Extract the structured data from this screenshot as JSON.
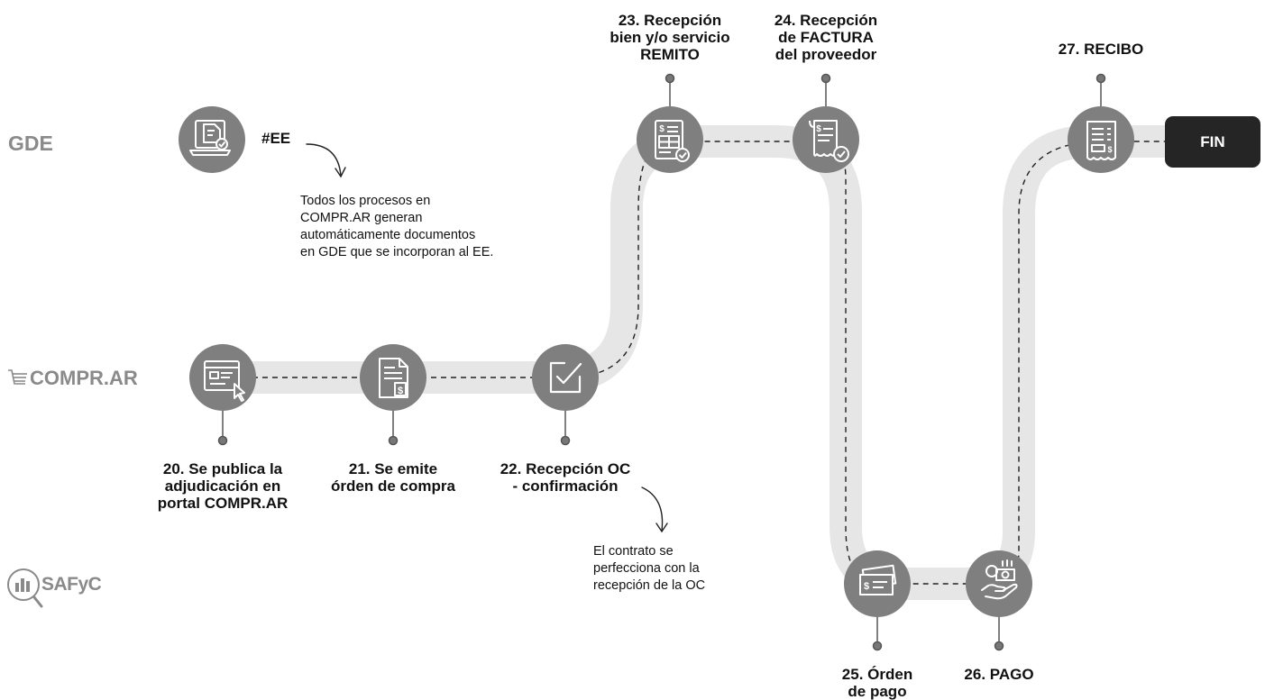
{
  "lanes": {
    "gde": "GDE",
    "comprar": "COMPR.AR",
    "safyc": "SAFyC"
  },
  "ee_tag": "#EE",
  "gde_note": "Todos los procesos en\nCOMPR.AR generan\nautomáticamente documentos\nen GDE que se incorporan al EE.",
  "oc_note": "El contrato se\nperfecciona con la\nrecepción de la OC",
  "steps": [
    {
      "label": "20. Se publica la\nadjudicación en\nportal COMPR.AR",
      "icon": "web-publish-icon"
    },
    {
      "label": "21. Se emite\nórden de compra",
      "icon": "purchase-order-icon"
    },
    {
      "label": "22. Recepción OC\n- confirmación",
      "icon": "checkbox-icon"
    },
    {
      "label": "23. Recepción\nbien y/o servicio\nREMITO",
      "icon": "remito-document-icon"
    },
    {
      "label": "24. Recepción\nde FACTURA\ndel proveedor",
      "icon": "invoice-icon"
    },
    {
      "label": "25. Órden\nde pago",
      "icon": "payment-order-icon"
    },
    {
      "label": "26. PAGO",
      "icon": "hand-money-icon"
    },
    {
      "label": "27. RECIBO",
      "icon": "receipt-icon"
    }
  ],
  "gde_icon": "laptop-document-icon",
  "fin_label": "FIN",
  "colors": {
    "track": "#e6e6e6",
    "node": "#7f7f7f",
    "fin": "#252525",
    "lane_text": "#8a8a8a"
  }
}
